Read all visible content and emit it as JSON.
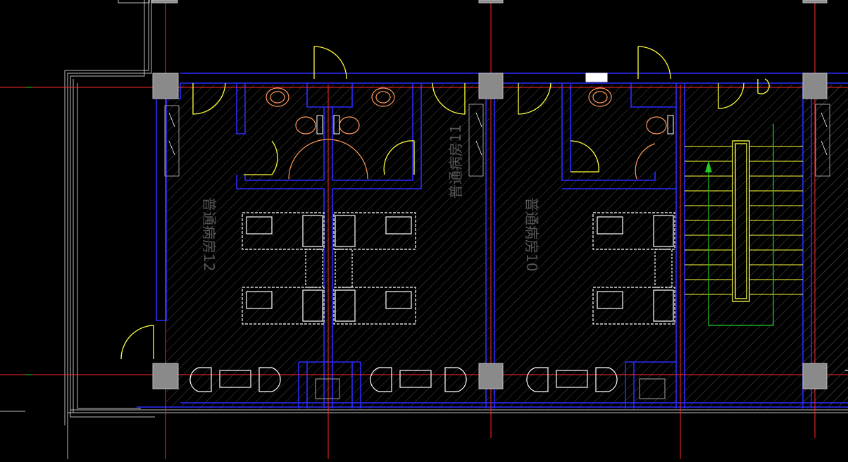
{
  "drawing": {
    "colors": {
      "background": "#000000",
      "axis_line": "#ff2a2a",
      "partition_wall": "#2a2aff",
      "outer_wall": "#c8c8c8",
      "column_fill": "#8a8a8a",
      "door": "#ffff3c",
      "fixture": "#ff9a5a",
      "furniture": "#ffffff",
      "stair_tread": "#ffff3c",
      "stair_arrow": "#22cc22",
      "hatch": "#5a5a5a",
      "room_label": "#9a9a9a"
    },
    "rooms": [
      {
        "label": "普通病房12"
      },
      {
        "label": "普通病房11"
      },
      {
        "label": "普通病房10"
      }
    ]
  }
}
